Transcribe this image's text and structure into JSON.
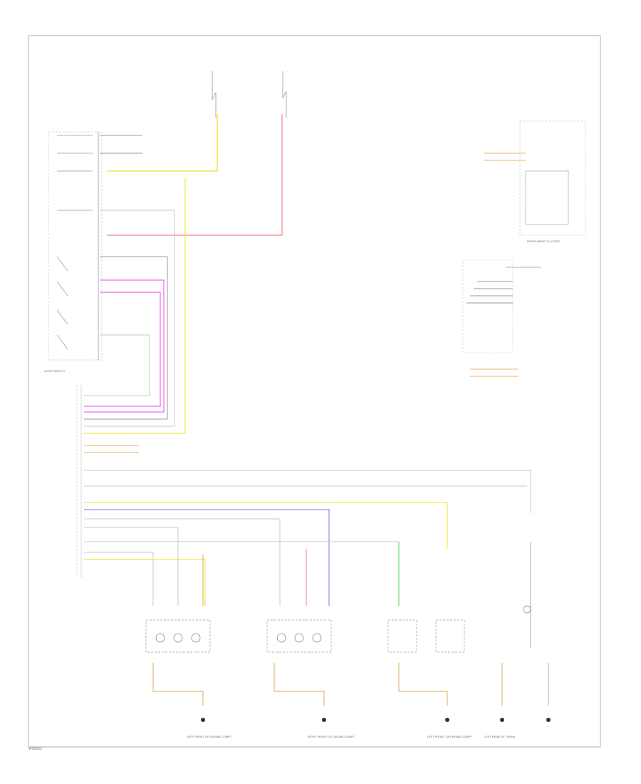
{
  "colors": {
    "frame": "#bdbdbd",
    "wire_gray": "#c8c8c8",
    "wire_dark": "#9a9a9a",
    "yellow": "#f0e020",
    "red": "#f08a8a",
    "magenta": "#f040f0",
    "blue": "#7070f0",
    "green": "#4fd04f",
    "brown_yellow": "#d6b25a"
  },
  "labels": {
    "light_switch": "LIGHT SWITCH",
    "instrument_cluster": "INSTRUMENT CLUSTER",
    "ground_left_headlamp": "LEFT FRONT OF ENGINE COMPT",
    "ground_right_headlamp": "RIGHT FRONT OF ENGINE COMPT",
    "ground_turn": "LEFT FRONT OF ENGINE COMPT",
    "ground_fog": "LEFT REAR OF TRUNK",
    "sheet_id": "W02503"
  }
}
